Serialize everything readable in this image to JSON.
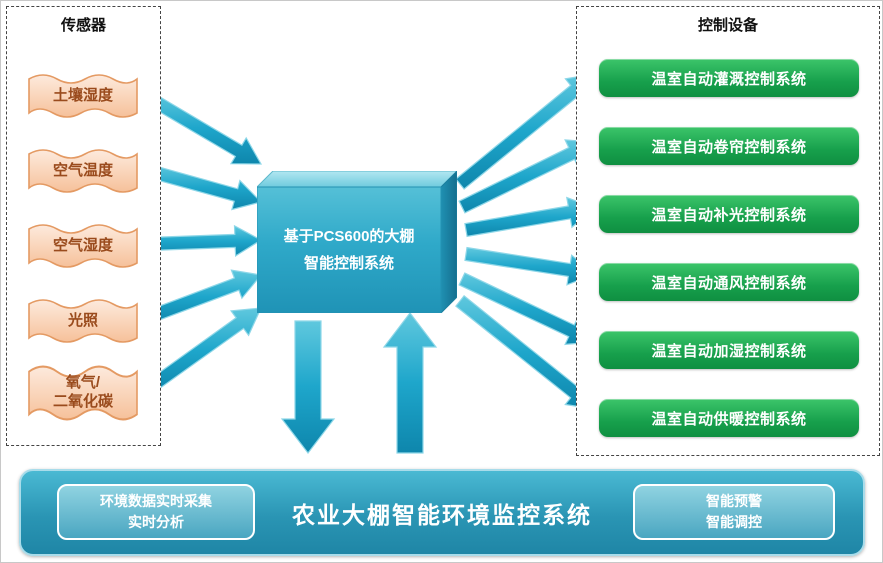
{
  "sensors": {
    "title": "传感器",
    "items": [
      [
        "土壤湿度"
      ],
      [
        "空气温度"
      ],
      [
        "空气湿度"
      ],
      [
        "光照"
      ],
      [
        "氧气/",
        "二氧化碳"
      ]
    ]
  },
  "controller": {
    "lines": [
      "基于PCS600的大棚",
      "智能控制系统"
    ]
  },
  "devices": {
    "title": "控制设备",
    "items": [
      "温室自动灌溉控制系统",
      "温室自动卷帘控制系统",
      "温室自动补光控制系统",
      "温室自动通风控制系统",
      "温室自动加湿控制系统",
      "温室自动供暖控制系统"
    ]
  },
  "footer": {
    "title": "农业大棚智能环境监控系统",
    "left_badge": [
      "环境数据实时采集",
      "实时分析"
    ],
    "right_badge": [
      "智能预警",
      "智能调控"
    ]
  },
  "colors": {
    "arrow_teal": "#1ea6cb",
    "controller_teal": "#2fa9c9",
    "device_green": "#1ca850",
    "sensor_peach": "#f9d9bf",
    "sensor_border": "#e49a63",
    "sensor_text": "#9a4b1d",
    "footer_teal": "#2a95b4"
  }
}
